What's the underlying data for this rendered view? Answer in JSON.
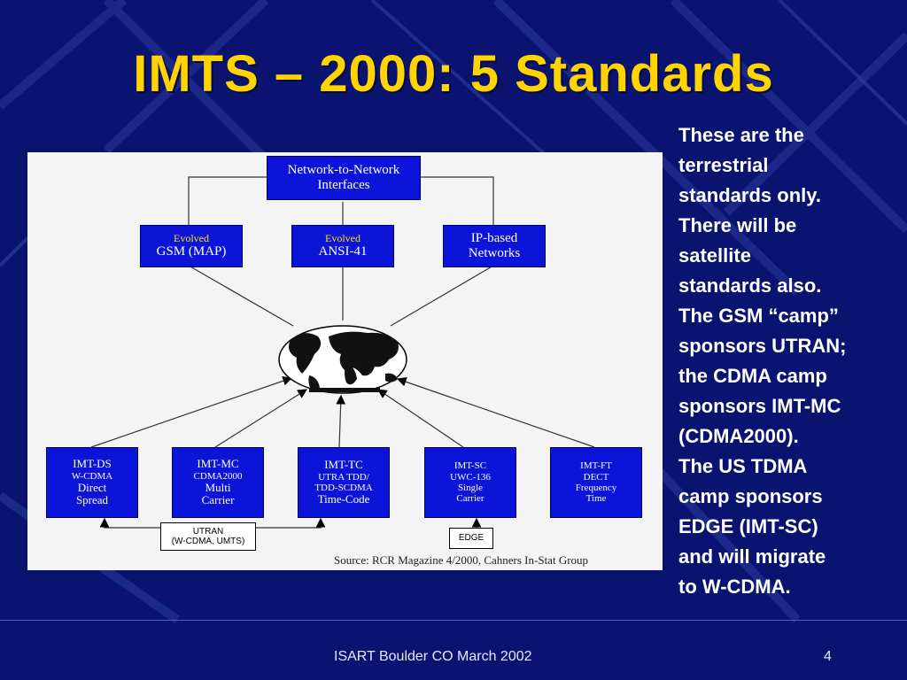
{
  "slide": {
    "title": "IMTS – 2000: 5 Standards",
    "footer_text": "ISART Boulder CO March 2002",
    "page_number": "4",
    "background_color": "#0a1470",
    "title_color": "#ffd400"
  },
  "diagram": {
    "top_box": [
      "Network-to-Network",
      "Interfaces"
    ],
    "core_networks": [
      {
        "accent": "Evolved",
        "name": "GSM (MAP)"
      },
      {
        "accent": "Evolved",
        "name": "ANSI-41"
      },
      {
        "accent": "IP-based",
        "name": "Networks"
      }
    ],
    "center_icon": "world-map-icon",
    "standards": [
      {
        "lines": [
          "IMT-DS",
          "W-CDMA",
          "Direct",
          "Spread"
        ]
      },
      {
        "lines": [
          "IMT-MC",
          "CDMA2000",
          "Multi",
          "Carrier"
        ]
      },
      {
        "lines": [
          "IMT-TC",
          "UTRA TDD/",
          "TDD-SCDMA",
          "Time-Code"
        ]
      },
      {
        "lines": [
          "IMT-SC",
          "UWC-136",
          "Single",
          "Carrier"
        ]
      },
      {
        "lines": [
          "IMT-FT",
          "DECT",
          "Frequency",
          "Time"
        ]
      }
    ],
    "utran_note": [
      "UTRAN",
      "(W-CDMA, UMTS)"
    ],
    "edge_note": "EDGE",
    "source": "Source: RCR Magazine 4/2000, Cahners In-Stat Group"
  },
  "side_text": [
    "These are the",
    "terrestrial",
    "standards only.",
    "There will be",
    "satellite",
    "standards also.",
    "The GSM “camp”",
    "sponsors UTRAN;",
    "the CDMA camp",
    "sponsors IMT-MC",
    "(CDMA2000).",
    "The US TDMA",
    "camp sponsors",
    "EDGE (IMT-SC)",
    "and will migrate",
    "to W-CDMA."
  ]
}
